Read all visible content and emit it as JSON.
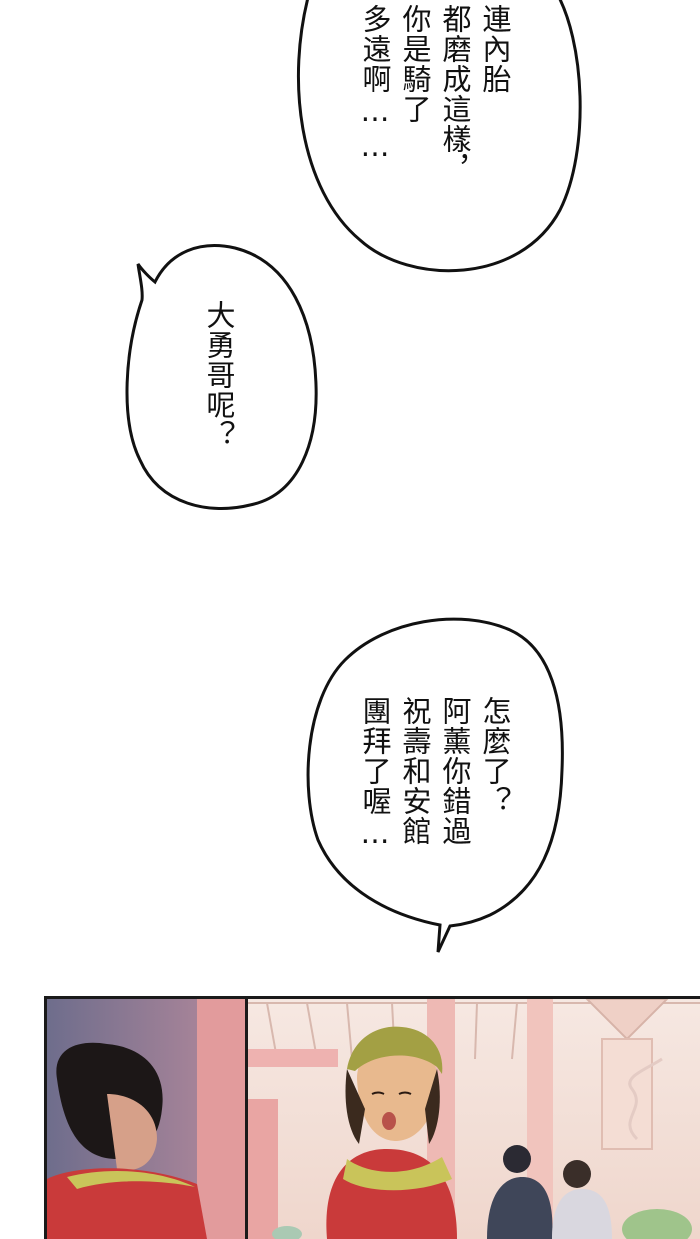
{
  "bubbles": {
    "first": {
      "col1": "連內胎",
      "col2": "都磨成這樣，",
      "col3": "你是騎了",
      "col4": "多遠啊……"
    },
    "second": {
      "col1": "大勇哥呢？"
    },
    "third": {
      "col1": "怎麼了？",
      "col2": "阿薰你錯過",
      "col3": "祝壽和安館",
      "col4": "團拜了喔…"
    }
  },
  "colors": {
    "ink": "#111111",
    "pillar": "#e9a5a3",
    "wall": "#f3dcd0",
    "shirt": "#c93a3a",
    "towel": "#c9c45a",
    "skin": "#e8b98e"
  }
}
